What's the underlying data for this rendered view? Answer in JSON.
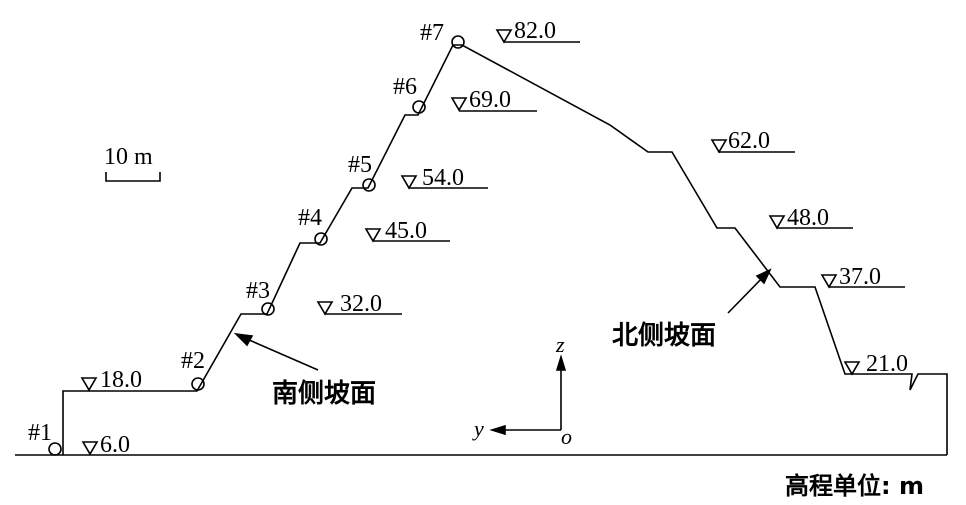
{
  "points": [
    {
      "id": "1",
      "label": "#1"
    },
    {
      "id": "2",
      "label": "#2"
    },
    {
      "id": "3",
      "label": "#3"
    },
    {
      "id": "4",
      "label": "#4"
    },
    {
      "id": "5",
      "label": "#5"
    },
    {
      "id": "6",
      "label": "#6"
    },
    {
      "id": "7",
      "label": "#7"
    }
  ],
  "elevations": [
    "82.0",
    "69.0",
    "62.0",
    "54.0",
    "48.0",
    "45.0",
    "37.0",
    "32.0",
    "21.0",
    "18.0",
    "6.0"
  ],
  "scale_label": "10 m",
  "south_slope_label": "南侧坡面",
  "north_slope_label": "北侧坡面",
  "axes": {
    "z": "z",
    "y": "y",
    "o": "o"
  },
  "unit_note": "高程单位: m"
}
